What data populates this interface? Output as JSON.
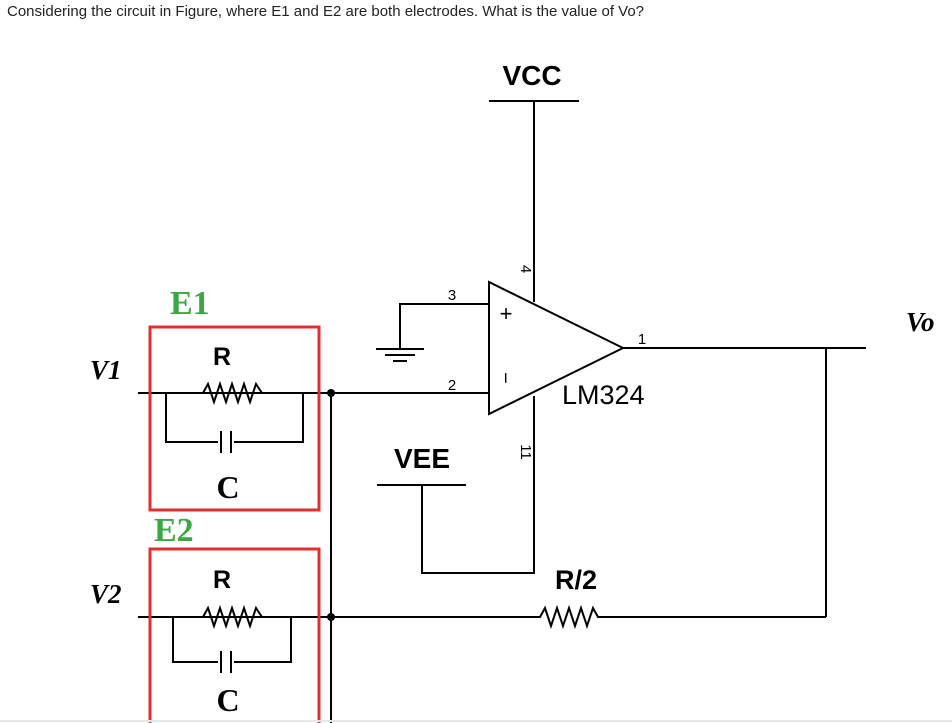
{
  "question": "Considering the circuit in Figure, where E1 and E2 are both electrodes. What is the value of Vo?",
  "labels": {
    "vcc": "VCC",
    "vee": "VEE",
    "opamp": "LM324",
    "v1": "V1",
    "v2": "V2",
    "vo": "Vo",
    "e1": "E1",
    "e2": "E2",
    "r1": "R",
    "c1": "C",
    "r2": "R",
    "c2": "C",
    "rf": "R/2",
    "plus": "+",
    "minus": "−"
  },
  "pins": {
    "noninv": "3",
    "inv": "2",
    "out": "1",
    "vpos": "4",
    "vneg": "11"
  },
  "colors": {
    "wire": "#000000",
    "electrode_box": "#e03030",
    "electrode_label": "#3aa844"
  }
}
